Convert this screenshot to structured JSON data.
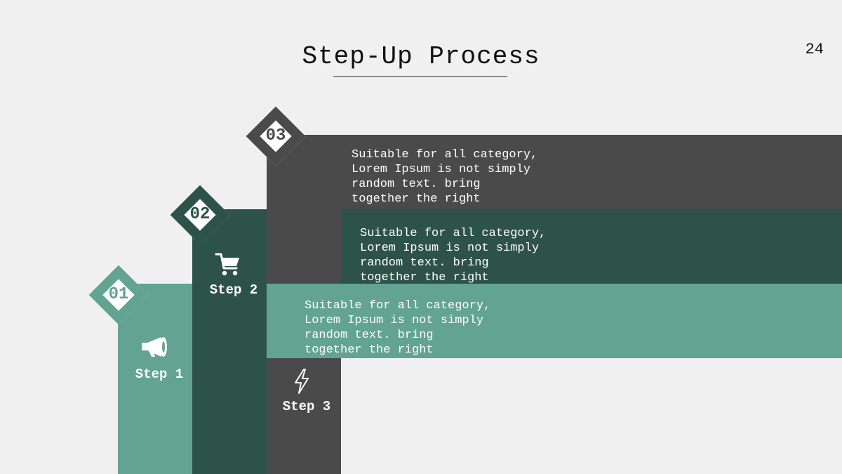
{
  "title": "Step-Up Process",
  "page_number": "24",
  "colors": {
    "step1": "#62a491",
    "step2": "#2d5247",
    "step3": "#4a4a4a",
    "background": "#f0f0f0"
  },
  "steps": [
    {
      "number": "01",
      "label": "Step 1",
      "icon": "megaphone-icon",
      "text": "Suitable for all category,\nLorem Ipsum is not simply\nrandom text. bring\ntogether the right"
    },
    {
      "number": "02",
      "label": "Step 2",
      "icon": "shopping-cart-icon",
      "text": "Suitable for all category,\nLorem Ipsum is not simply\nrandom text. bring\ntogether the right"
    },
    {
      "number": "03",
      "label": "Step 3",
      "icon": "lightning-bolt-icon",
      "text": "Suitable for all category,\nLorem Ipsum is not simply\nrandom text. bring\ntogether the right"
    }
  ]
}
